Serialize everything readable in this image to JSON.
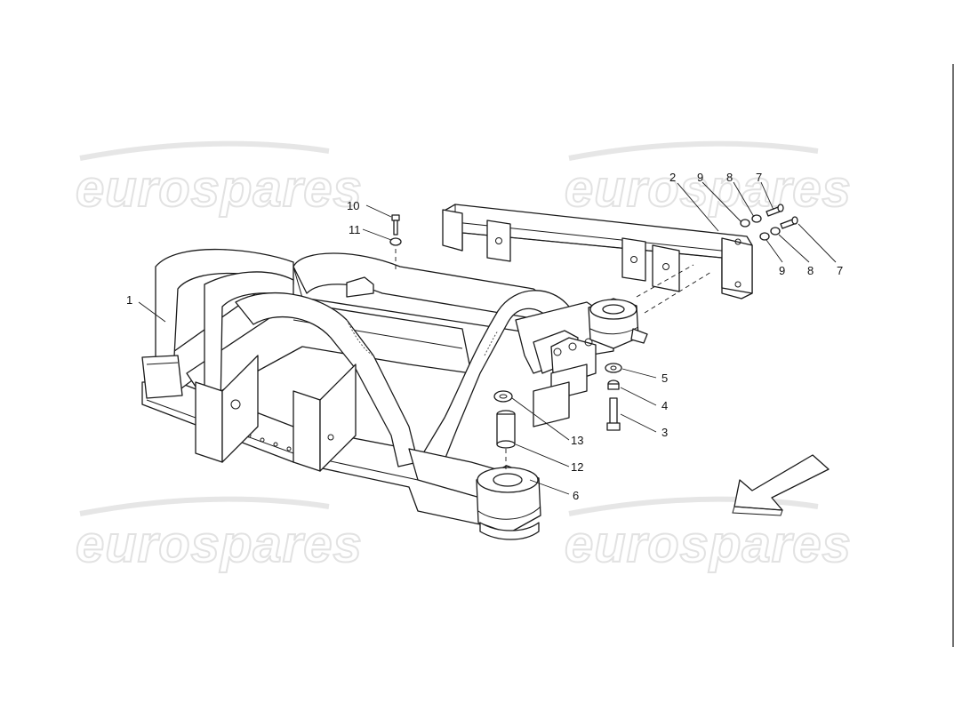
{
  "watermark": {
    "text": "eurospares"
  },
  "callouts": [
    {
      "id": "c1",
      "label": "1"
    },
    {
      "id": "c2",
      "label": "2"
    },
    {
      "id": "c9a",
      "label": "9"
    },
    {
      "id": "c8a",
      "label": "8"
    },
    {
      "id": "c7a",
      "label": "7"
    },
    {
      "id": "c9b",
      "label": "9"
    },
    {
      "id": "c8b",
      "label": "8"
    },
    {
      "id": "c7b",
      "label": "7"
    },
    {
      "id": "c10",
      "label": "10"
    },
    {
      "id": "c11",
      "label": "11"
    },
    {
      "id": "c5",
      "label": "5"
    },
    {
      "id": "c4",
      "label": "4"
    },
    {
      "id": "c3",
      "label": "3"
    },
    {
      "id": "c13",
      "label": "13"
    },
    {
      "id": "c12",
      "label": "12"
    },
    {
      "id": "c6",
      "label": "6"
    }
  ]
}
